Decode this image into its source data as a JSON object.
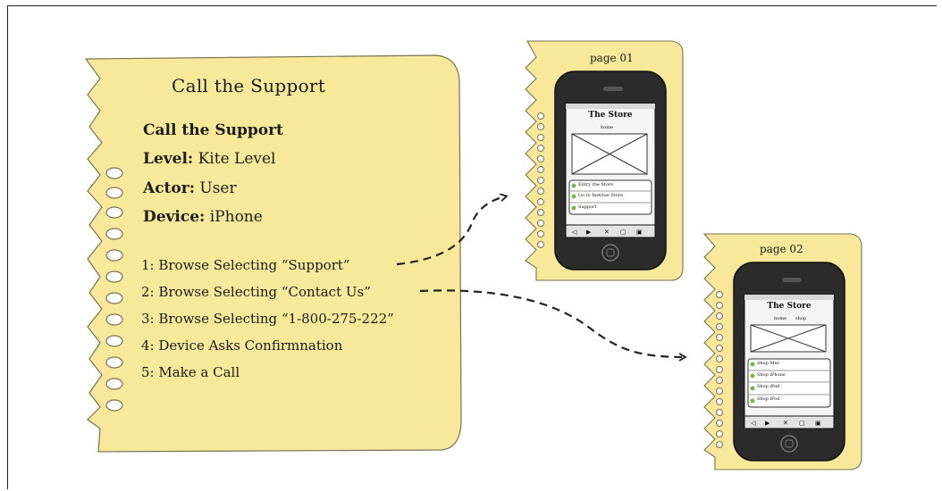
{
  "use_case": {
    "header": "Call the Support",
    "title": "Call the Support",
    "level_label": "Level:",
    "level_value": "Kite Level",
    "actor_label": "Actor:",
    "actor_value": "User",
    "device_label": "Device:",
    "device_value": "iPhone",
    "steps": [
      "1: Browse Selecting “Support”",
      "2: Browse Selecting “Contact Us”",
      "3: Browse Selecting “1-800-275-222”",
      "4: Device Asks Confirmnation",
      "5: Make a Call"
    ]
  },
  "pages": [
    {
      "label": "page 01",
      "store_title": "The Store",
      "nav": [
        "home"
      ],
      "menu": [
        "Entry the Store",
        "Go to Institue Store",
        "Support"
      ]
    },
    {
      "label": "page 02",
      "store_title": "The Store",
      "nav": [
        "home",
        "shop"
      ],
      "menu": [
        "Shop Mac",
        "Shop iPhone",
        "Shop iPad",
        "Shop iPod"
      ]
    }
  ],
  "colors": {
    "note_paper": "#f7e89a",
    "note_edge": "#7a7254",
    "phone_body": "#2b2b2b",
    "ink": "#1c1c1c"
  }
}
